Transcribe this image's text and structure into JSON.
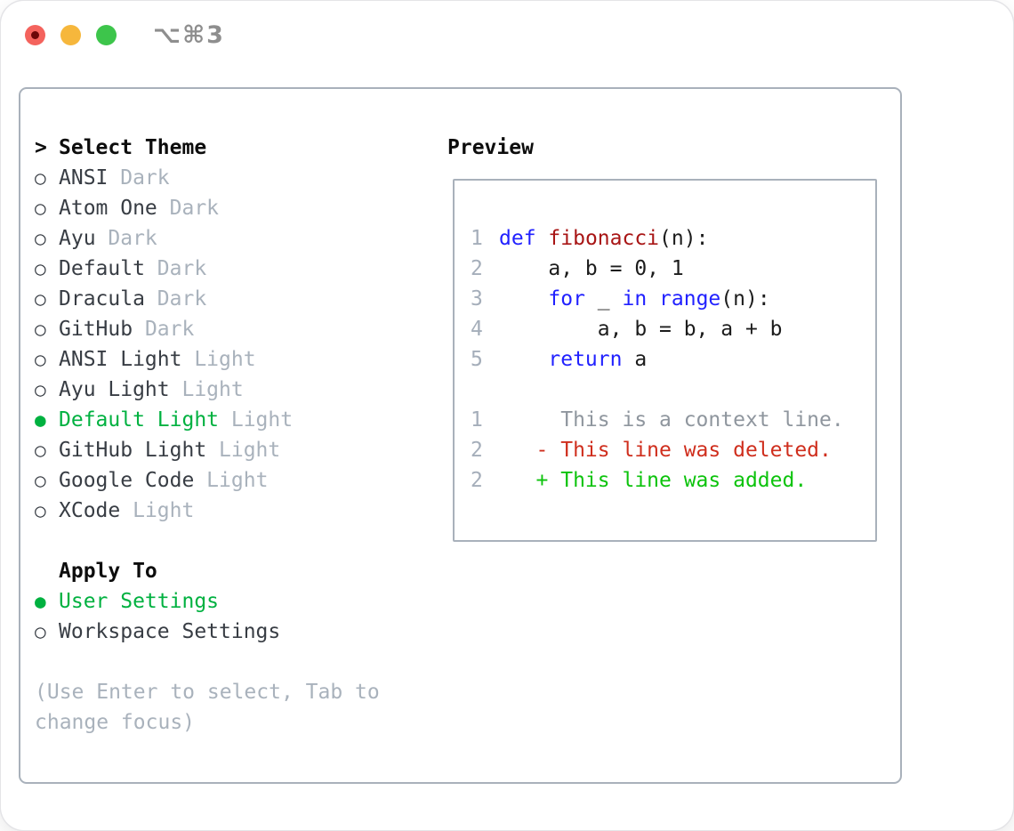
{
  "window": {
    "title": "⌥⌘3"
  },
  "icons": {
    "radio_on": "●",
    "radio_off": "○"
  },
  "theme_panel": {
    "prompt": ">",
    "title": "Select Theme",
    "themes": [
      {
        "name": "ANSI",
        "variant": "Dark",
        "selected": false
      },
      {
        "name": "Atom One",
        "variant": "Dark",
        "selected": false
      },
      {
        "name": "Ayu",
        "variant": "Dark",
        "selected": false
      },
      {
        "name": "Default",
        "variant": "Dark",
        "selected": false
      },
      {
        "name": "Dracula",
        "variant": "Dark",
        "selected": false
      },
      {
        "name": "GitHub",
        "variant": "Dark",
        "selected": false
      },
      {
        "name": "ANSI Light",
        "variant": "Light",
        "selected": false
      },
      {
        "name": "Ayu Light",
        "variant": "Light",
        "selected": false
      },
      {
        "name": "Default Light",
        "variant": "Light",
        "selected": true
      },
      {
        "name": "GitHub Light",
        "variant": "Light",
        "selected": false
      },
      {
        "name": "Google Code",
        "variant": "Light",
        "selected": false
      },
      {
        "name": "XCode",
        "variant": "Light",
        "selected": false
      }
    ],
    "apply_to": {
      "title": "Apply To",
      "options": [
        {
          "name": "User Settings",
          "selected": true
        },
        {
          "name": "Workspace Settings",
          "selected": false
        }
      ]
    },
    "hint_line1": "(Use Enter to select, Tab to",
    "hint_line2": "change focus)"
  },
  "preview": {
    "title": "Preview",
    "lines": [
      {
        "num": "1",
        "segs": [
          {
            "t": "def",
            "c": "keyword"
          },
          {
            "t": " ",
            "c": "plain"
          },
          {
            "t": "fibonacci",
            "c": "function"
          },
          {
            "t": "(n):",
            "c": "plain"
          }
        ]
      },
      {
        "num": "2",
        "segs": [
          {
            "t": "    a, b = 0, 1",
            "c": "plain"
          }
        ]
      },
      {
        "num": "3",
        "segs": [
          {
            "t": "    ",
            "c": "plain"
          },
          {
            "t": "for",
            "c": "keyword"
          },
          {
            "t": " _ ",
            "c": "plain"
          },
          {
            "t": "in",
            "c": "keyword"
          },
          {
            "t": " ",
            "c": "plain"
          },
          {
            "t": "range",
            "c": "keyword"
          },
          {
            "t": "(n):",
            "c": "plain"
          }
        ]
      },
      {
        "num": "4",
        "segs": [
          {
            "t": "        a, b = b, a + b",
            "c": "plain"
          }
        ]
      },
      {
        "num": "5",
        "segs": [
          {
            "t": "    ",
            "c": "plain"
          },
          {
            "t": "return",
            "c": "keyword"
          },
          {
            "t": " a",
            "c": "plain"
          }
        ]
      },
      {
        "num": "",
        "segs": []
      },
      {
        "num": "1",
        "segs": [
          {
            "t": "     This is a context line.",
            "c": "context"
          }
        ]
      },
      {
        "num": "2",
        "segs": [
          {
            "t": "   - This line was deleted.",
            "c": "deleted"
          }
        ]
      },
      {
        "num": "2",
        "segs": [
          {
            "t": "   + This line was added.",
            "c": "added"
          }
        ]
      }
    ]
  },
  "colors": {
    "keyword": "#2121ff",
    "function": "#a81515",
    "plain": "#1c1c1c",
    "context": "#8f969e",
    "deleted": "#cf2e1d",
    "added": "#0cc30c",
    "line_number": "#a5aeba",
    "ui_selected_green": "#00b140",
    "text_dark": "#383d44",
    "heading": "#0d0d0d",
    "muted": "#a9b2bc",
    "border": "#a9b1bb",
    "titlebar_text": "#8e8e8e",
    "traffic_red": "#f4635d",
    "traffic_red_dot": "#6b0708",
    "traffic_yellow": "#f6b73c",
    "traffic_green": "#3dc54b"
  }
}
